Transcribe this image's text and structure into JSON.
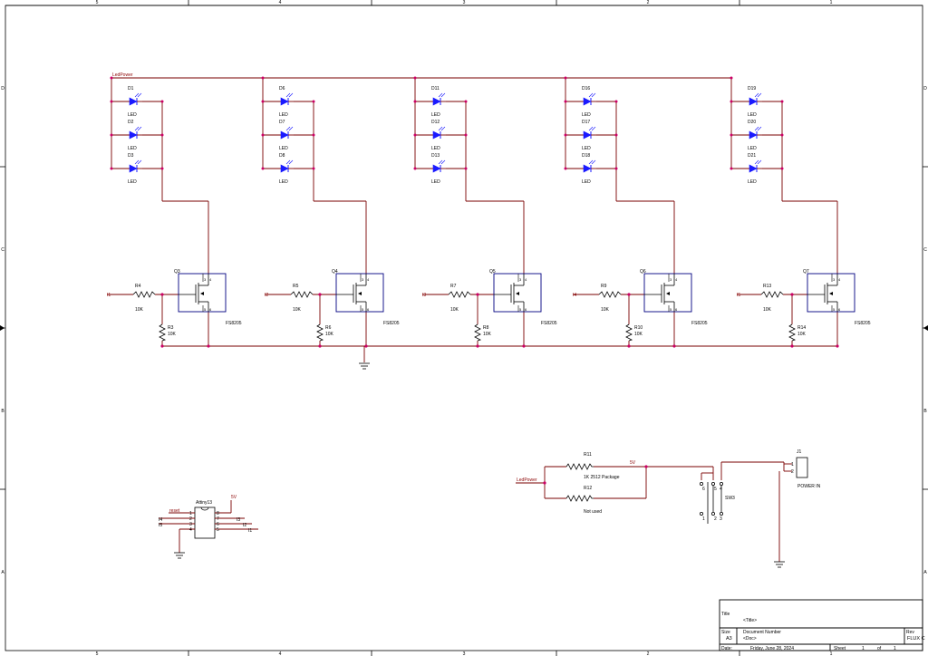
{
  "colors": {
    "wire": "#7a0000",
    "body": "#000080",
    "led": "#1a1aff",
    "junction": "#cc0066",
    "text": "#000000",
    "net_label": "#8b0000",
    "border": "#000000"
  },
  "border": {
    "columns_top": [
      "5",
      "4",
      "3",
      "2",
      "1"
    ],
    "columns_bottom": [
      "5",
      "4",
      "3",
      "2",
      "1"
    ],
    "rows": [
      "D",
      "C",
      "B",
      "A"
    ]
  },
  "net_labels": {
    "led_power": "LedPower",
    "led_power_2": "LedPower",
    "v5_reg": "5V",
    "v5_mcu": "5V",
    "reset": "reset"
  },
  "channels": [
    {
      "input": "I1",
      "series_r": "R4",
      "series_val": "10K",
      "pulldown_r": "R3",
      "pulldown_val": "10K",
      "fet": "Q3",
      "fet_part": "FS8205",
      "leds": [
        [
          "D1",
          "LED"
        ],
        [
          "D2",
          "LED"
        ],
        [
          "D3",
          "LED"
        ]
      ]
    },
    {
      "input": "I2",
      "series_r": "R5",
      "series_val": "10K",
      "pulldown_r": "R6",
      "pulldown_val": "10K",
      "fet": "Q4",
      "fet_part": "FS8205",
      "leds": [
        [
          "D6",
          "LED"
        ],
        [
          "D7",
          "LED"
        ],
        [
          "D8",
          "LED"
        ]
      ]
    },
    {
      "input": "I3",
      "series_r": "R7",
      "series_val": "10K",
      "pulldown_r": "R8",
      "pulldown_val": "10K",
      "fet": "Q5",
      "fet_part": "FS8205",
      "leds": [
        [
          "D11",
          "LED"
        ],
        [
          "D12",
          "LED"
        ],
        [
          "D13",
          "LED"
        ]
      ]
    },
    {
      "input": "I4",
      "series_r": "R9",
      "series_val": "10K",
      "pulldown_r": "R10",
      "pulldown_val": "10K",
      "fet": "Q6",
      "fet_part": "FS8205",
      "leds": [
        [
          "D16",
          "LED"
        ],
        [
          "D17",
          "LED"
        ],
        [
          "D18",
          "LED"
        ]
      ]
    },
    {
      "input": "I5",
      "series_r": "R13",
      "series_val": "10K",
      "pulldown_r": "R14",
      "pulldown_val": "10K",
      "fet": "Q7",
      "fet_part": "FS8205",
      "leds": [
        [
          "D19",
          "LED"
        ],
        [
          "D20",
          "LED"
        ],
        [
          "D21",
          "LED"
        ]
      ]
    }
  ],
  "fet_pins": {
    "p1": "3",
    "p2": "4",
    "p3": "5",
    "p4": "6"
  },
  "power": {
    "r11_ref": "R11",
    "r11_val": "1K 2512 Package",
    "r12_ref": "R12",
    "r12_val": "Not used",
    "switch_ref": "SW3",
    "switch_pins": [
      "6",
      "5",
      "4",
      "1",
      "2",
      "3"
    ],
    "connector_ref": "J1",
    "connector_val": "POWER IN",
    "connector_pins": [
      "1",
      "2"
    ]
  },
  "mcu": {
    "ref": "Attiny13",
    "left_pins": [
      "1",
      "2",
      "3",
      "4"
    ],
    "right_pins": [
      "8",
      "7",
      "6",
      "5"
    ],
    "left_nets": [
      "I4",
      "I5"
    ],
    "right_nets": [
      "I3",
      "I2",
      "I1"
    ]
  },
  "title_block": {
    "title_label": "Title",
    "title_value": "<Title>",
    "size_label": "Size",
    "size_value": "A3",
    "docnum_label": "Document Number",
    "docnum_value": "<Doc>",
    "rev_label": "Rev",
    "rev_value": "FLUX C",
    "date_label": "Date:",
    "date_value": "Friday, June 28, 2024",
    "sheet_label": "Sheet",
    "sheet_value": "1",
    "of_label": "of",
    "of_value": "1"
  }
}
